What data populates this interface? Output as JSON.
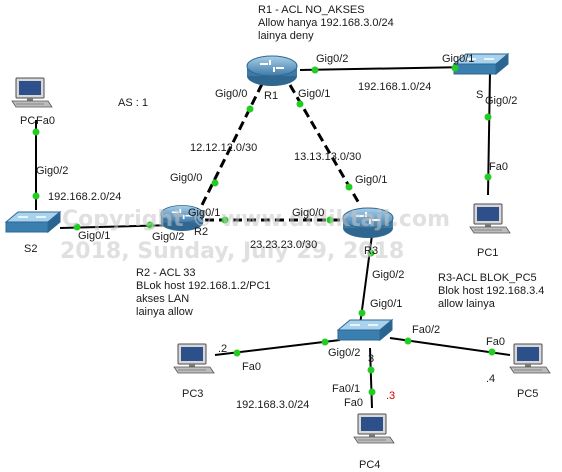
{
  "watermark": {
    "line1": "Copyright © www.didiktaji.com",
    "line2": "2018, Sunday, July 29, 2018"
  },
  "notes": {
    "r1": [
      "R1 - ACL NO_AKSES",
      "Allow hanya 192.168.3.0/24",
      "lainya deny"
    ],
    "r2": [
      "R2 - ACL 33",
      "BLok host 192.168.1.2/PC1",
      "akses LAN",
      "lainya allow"
    ],
    "r3": [
      "R3-ACL BLOK_PC5",
      "Blok host 192.168.3.4",
      "allow lainya"
    ],
    "as": "AS : 1"
  },
  "networks": {
    "r1_s1": "192.168.1.0/24",
    "r1_r2": "12.12.12.0/30",
    "r1_r3": "13.13.13.0/30",
    "r2_r3": "23.23.23.0/30",
    "s2_lan": "192.168.2.0/24",
    "s3_lan": "192.168.3.0/24"
  },
  "devices": {
    "r1": "R1",
    "r2": "R2",
    "r3": "R3",
    "s1": "S",
    "s2": "S2",
    "s3": "3",
    "pc0": "PC",
    "pc1": "PC1",
    "pc3": "PC3",
    "pc4": "PC4",
    "pc5": "PC5"
  },
  "ports": {
    "r1_gig02": "Gig0/2",
    "r1_gig00": "Gig0/0",
    "r1_gig01": "Gig0/1",
    "s1_gig01": "Gig0/1",
    "s1_gig02": "Gig0/2",
    "pc1_fa0": "Fa0",
    "r2_gig00": "Gig0/0",
    "r2_gig01": "Gig0/1",
    "r2_gig02": "Gig0/2",
    "r3_gig00": "Gig0/0",
    "r3_gig01": "Gig0/1",
    "r3_gig02": "Gig0/2",
    "s2_gig01": "Gig0/1",
    "s2_gig02": "Gig0/2",
    "pc0_fa0": "Fa0",
    "s3_gig01": "Gig0/1",
    "s3_gig02": "Gig0/2",
    "s3_fa01": "Fa0/1",
    "s3_fa02": "Fa0/2",
    "pc3_fa0": "Fa0",
    "pc4_fa0": "Fa0",
    "pc5_fa0": "Fa0"
  },
  "hosts": {
    "pc3": ".2",
    "pc4": ".3",
    "pc5": ".4"
  },
  "colors": {
    "link": "#000000",
    "port_up": "#22cc22",
    "router": "#4a87b8",
    "switch": "#3a7fb0",
    "pc": "#2d4f8a",
    "host_red": "#d00000"
  }
}
